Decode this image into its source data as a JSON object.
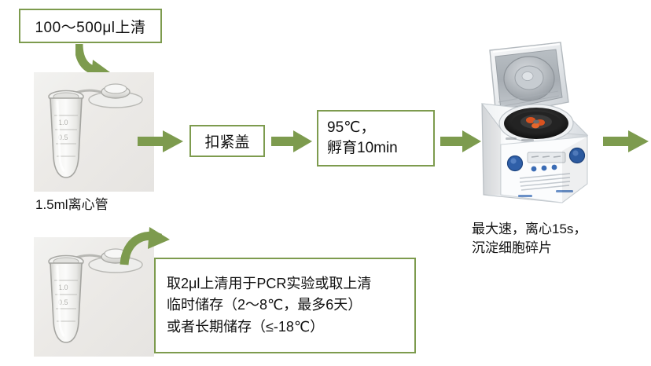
{
  "diagram": {
    "title_flow": "RNA/DNA supernatant prep workflow",
    "accent_color": "#7d9b4e",
    "boxes": {
      "sample_volume": "100～500μl上清",
      "close_cap": "扣紧盖",
      "incubate": "95℃，\n孵育10min",
      "storage_note": "取2μl上清用于PCR实验或取上清\n临时储存（2～8℃，最多6天）\n或者长期储存（≤-18℃）"
    },
    "captions": {
      "tube_label": "1.5ml离心管",
      "centrifuge_note": "最大速，离心15s，\n沉淀细胞碎片"
    },
    "images": {
      "tube_top": "microcentrifuge-tube-open",
      "tube_bottom": "microcentrifuge-tube-open",
      "centrifuge": "benchtop-microcentrifuge-open-lid"
    },
    "arrows": {
      "curved_down": "curved-arrow-down-into-tube",
      "straight_1": "arrow-right-tube-to-close-cap",
      "straight_2": "arrow-right-close-cap-to-incubate",
      "straight_3": "arrow-right-incubate-to-centrifuge",
      "straight_4": "arrow-right-continue-offscreen",
      "curved_up": "curved-arrow-from-tube-to-storage-note"
    }
  }
}
